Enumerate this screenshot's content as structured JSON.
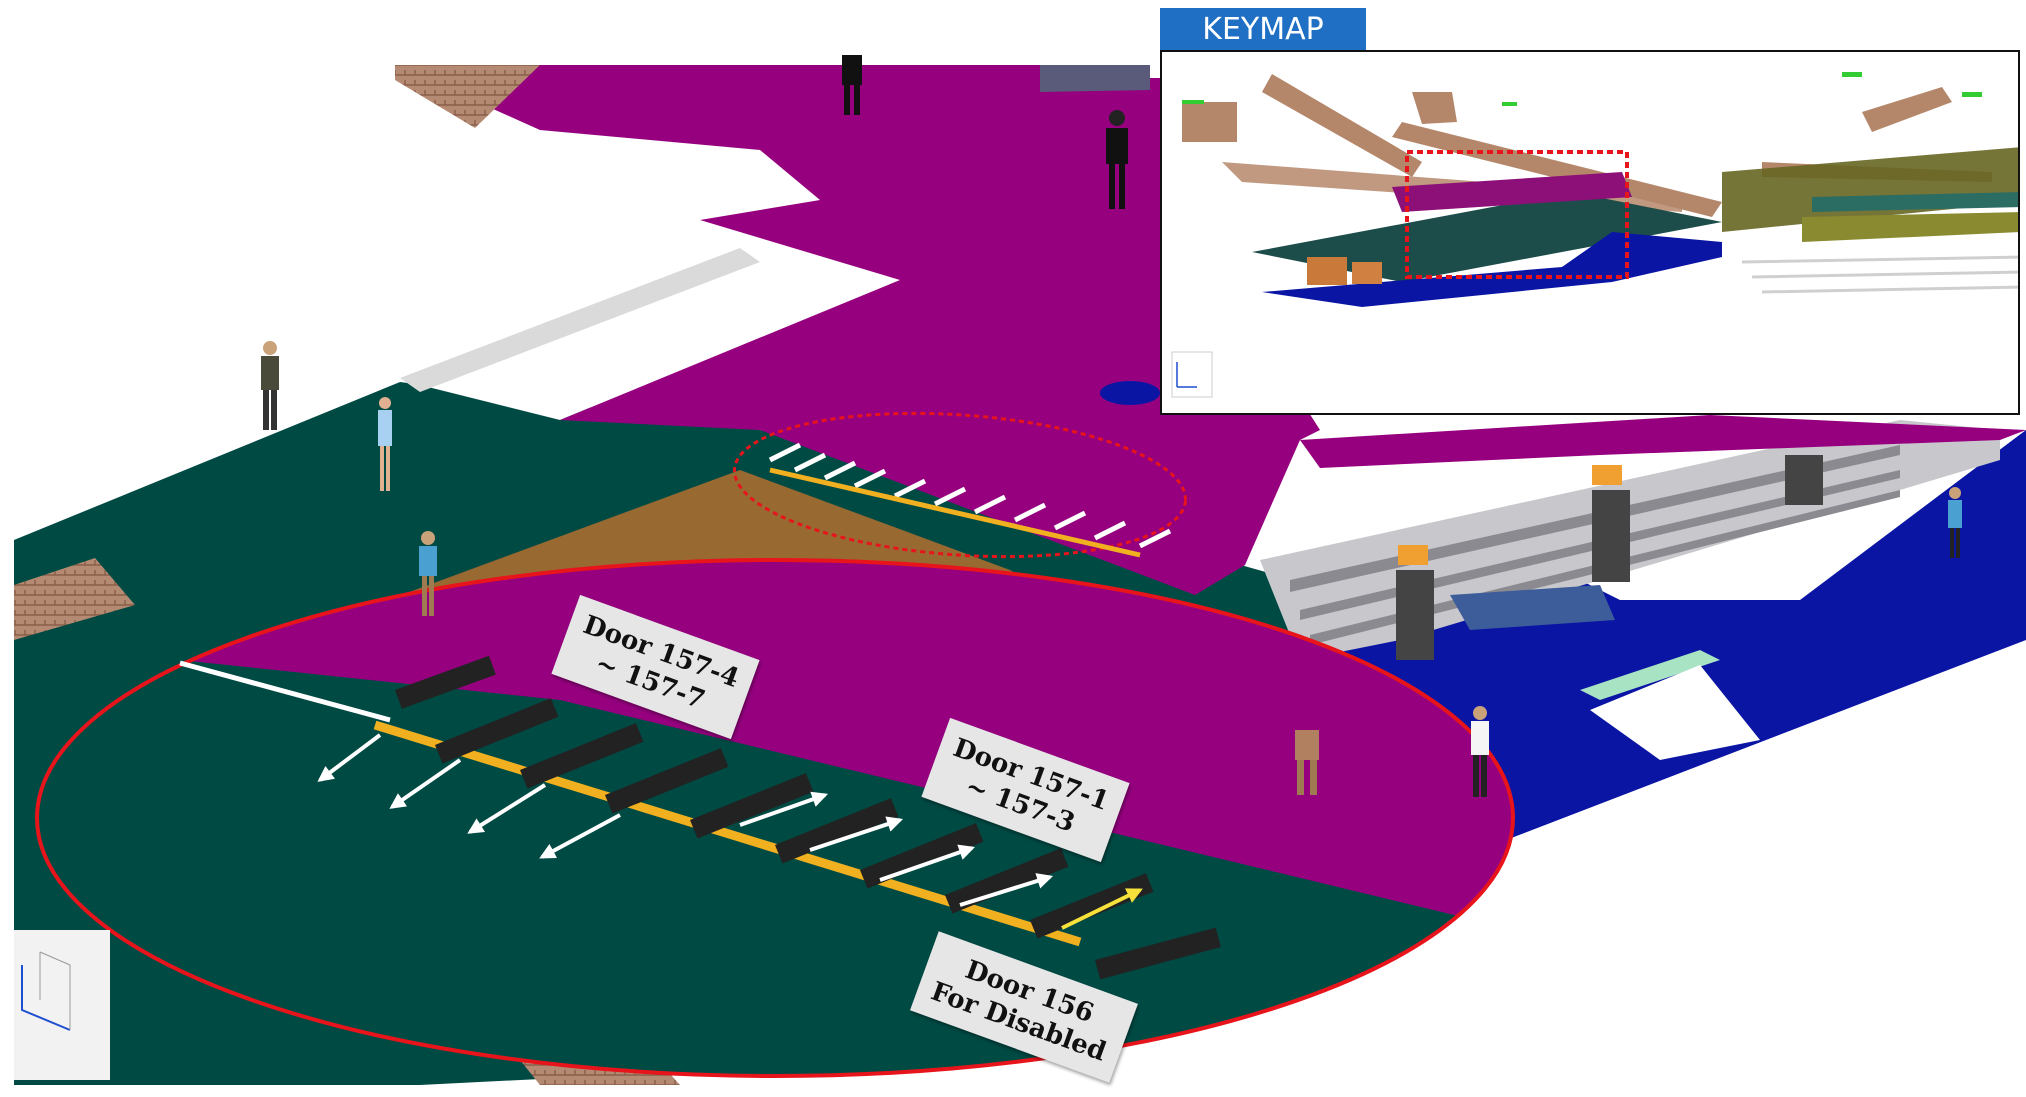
{
  "labels": {
    "doors_157_4_7": "Door 157-4\n~ 157-7",
    "doors_157_1_3": "Door 157-1\n~ 157-3",
    "door_156": "Door 156\nFor Disabled"
  },
  "keymap": {
    "title": "KEYMAP"
  },
  "colors": {
    "platform_magenta": "#96007f",
    "floor_teal": "#004a44",
    "track_blue": "#0a15a4",
    "highlight_red": "#e8141b",
    "focus_brown": "#a06a30",
    "tab_blue": "#1f6fc5",
    "stair_tan": "#b5876a",
    "door_yellow": "#f0b020"
  }
}
